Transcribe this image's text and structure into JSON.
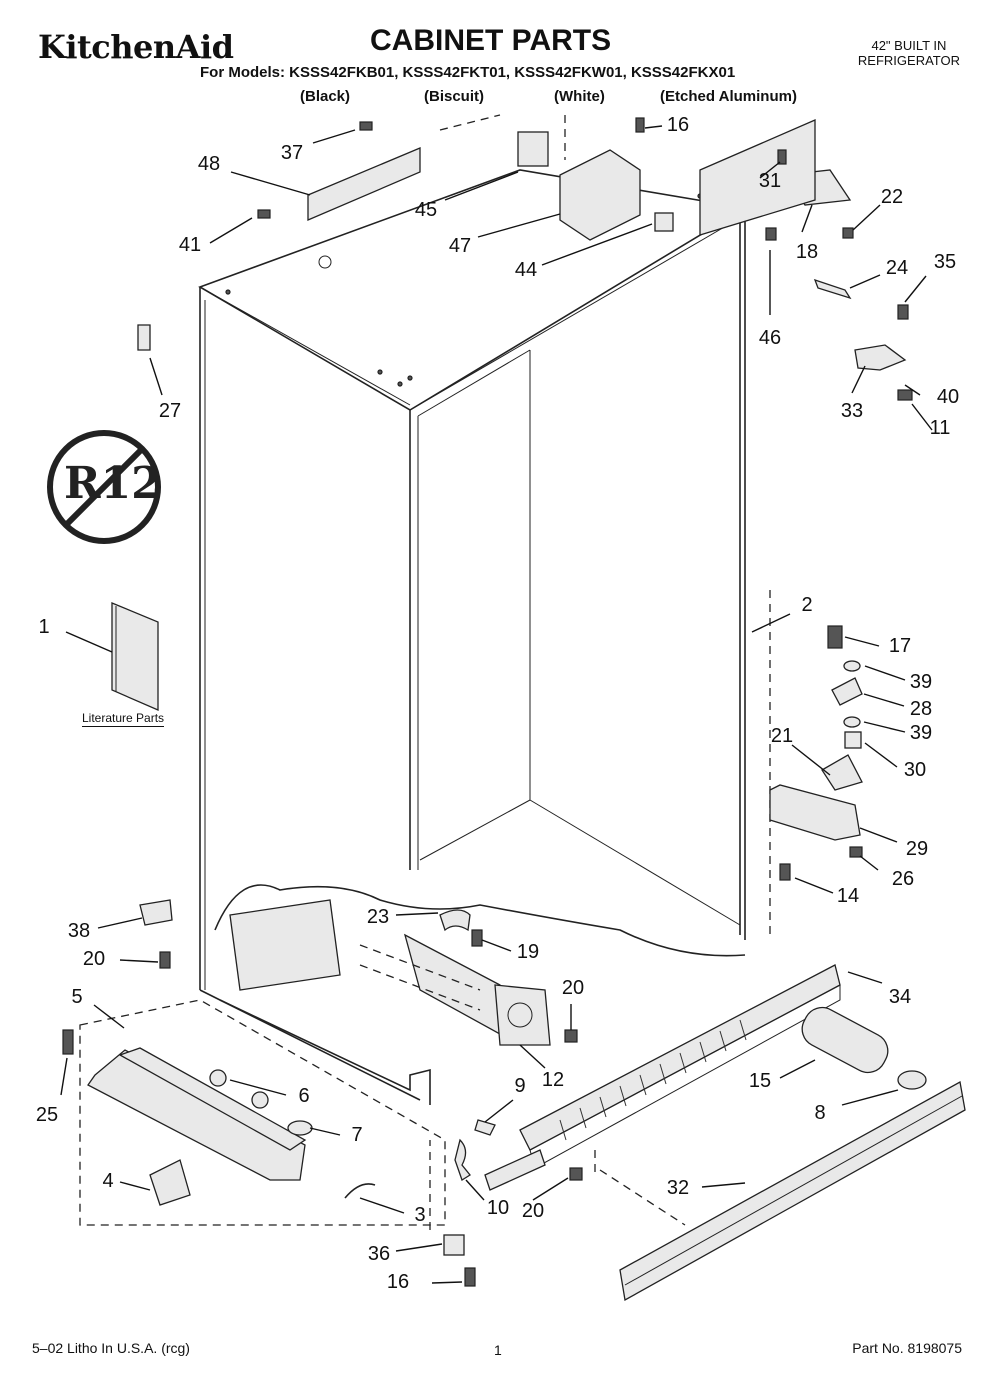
{
  "header": {
    "brand": "KitchenAid",
    "title": "CABINET PARTS",
    "appliance_line1": "42\" BUILT IN",
    "appliance_line2": "REFRIGERATOR",
    "models": "For Models: KSSS42FKB01, KSSS42FKT01, KSSS42FKW01, KSSS42FKX01",
    "colors": [
      "(Black)",
      "(Biscuit)",
      "(White)",
      "(Etched Aluminum)"
    ]
  },
  "badge": {
    "text": "R12"
  },
  "literature_label": "Literature Parts",
  "callouts": [
    "1",
    "2",
    "3",
    "4",
    "5",
    "6",
    "7",
    "8",
    "9",
    "10",
    "11",
    "12",
    "14",
    "15",
    "16",
    "16",
    "17",
    "18",
    "19",
    "20",
    "20",
    "20",
    "20",
    "21",
    "22",
    "23",
    "24",
    "25",
    "26",
    "27",
    "28",
    "29",
    "30",
    "31",
    "32",
    "33",
    "34",
    "35",
    "36",
    "37",
    "38",
    "39",
    "39",
    "40",
    "41",
    "44",
    "45",
    "46",
    "47",
    "48"
  ],
  "footer": {
    "left": "5–02 Litho In U.S.A. (rcg)",
    "page": "1",
    "part_no": "Part No. 8198075"
  },
  "colors": {
    "ink": "#222222",
    "part_fill": "#e9e9e9"
  }
}
